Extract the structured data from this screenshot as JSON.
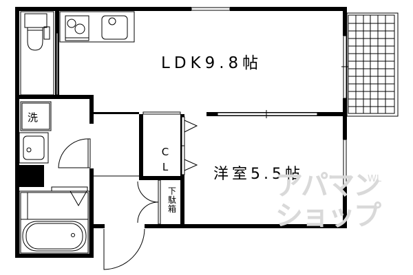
{
  "floor_plan": {
    "rooms": [
      {
        "id": "ldk",
        "label": "LDK9.8帖",
        "type": "living-dining-kitchen",
        "size_jo": 9.8
      },
      {
        "id": "western-room",
        "label": "洋室5.5帖",
        "type": "western-style-room",
        "size_jo": 5.5
      },
      {
        "id": "closet",
        "label": "CL",
        "type": "closet"
      },
      {
        "id": "shoe-box",
        "label": "下駄箱",
        "type": "shoe-cabinet"
      },
      {
        "id": "washer",
        "label": "洗",
        "type": "washing-machine-space"
      },
      {
        "id": "toilet",
        "label": "",
        "type": "toilet"
      },
      {
        "id": "bathroom",
        "label": "",
        "type": "bathroom"
      },
      {
        "id": "balcony",
        "label": "",
        "type": "balcony"
      }
    ],
    "labels": {
      "ldk": "LDK9.8帖",
      "western_room": "洋室5.5帖",
      "closet_line1": "C",
      "closet_line2": "L",
      "shoe_box_1": "下",
      "shoe_box_2": "駄",
      "shoe_box_3": "箱",
      "washer": "洗"
    },
    "watermark": {
      "line1": "アパマン",
      "line2": "ショップ",
      "sub": "WL"
    },
    "colors": {
      "wall": "#000000",
      "background": "#ffffff",
      "watermark": "#d9d9d9"
    }
  }
}
